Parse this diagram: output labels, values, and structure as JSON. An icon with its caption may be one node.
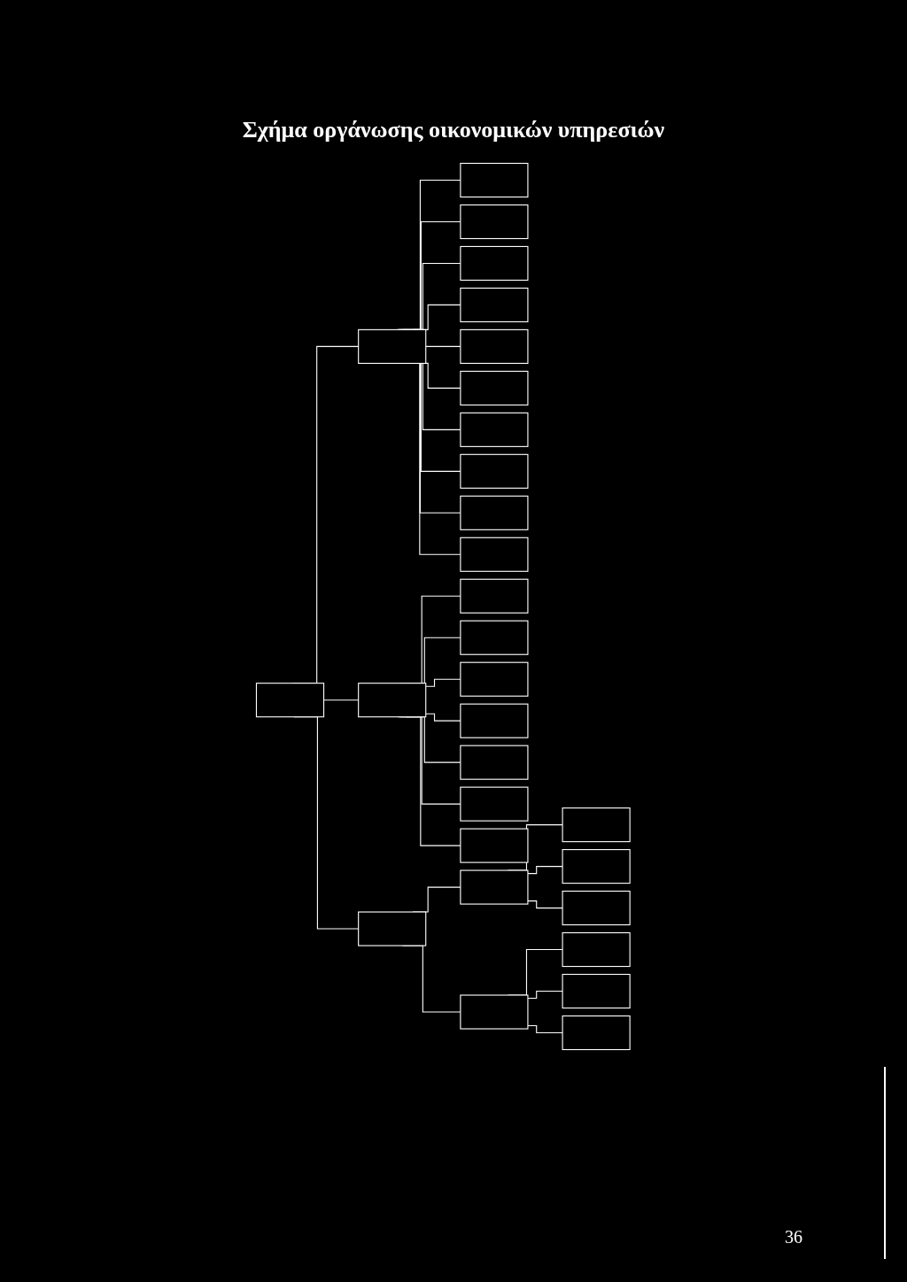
{
  "diagram": {
    "title": "Σχήμα οργάνωσης οικονομικών υπηρεσιών",
    "nodes": [
      {
        "text": [],
        "shape": "box"
      },
      {
        "text": [],
        "shape": "box"
      },
      {
        "text": [],
        "shape": "box"
      },
      {
        "text": [],
        "shape": "box"
      },
      {
        "text": [],
        "shape": "box"
      },
      {
        "text": [],
        "shape": "box"
      },
      {
        "text": [],
        "shape": "box"
      },
      {
        "text": [],
        "shape": "box"
      },
      {
        "text": [],
        "shape": "box"
      },
      {
        "text": [],
        "shape": "box"
      },
      {
        "text": [],
        "shape": "box"
      },
      {
        "text": [],
        "shape": "box"
      },
      {
        "text": [],
        "shape": "box"
      },
      {
        "text": [],
        "shape": "box"
      },
      {
        "text": [],
        "shape": "box"
      },
      {
        "text": [],
        "shape": "box"
      },
      {
        "text": [],
        "shape": "box"
      },
      {
        "text": [],
        "shape": "box"
      },
      {
        "text": [],
        "shape": "box"
      },
      {
        "text": [],
        "shape": "box"
      },
      {
        "text": [],
        "shape": "box"
      },
      {
        "text": [],
        "shape": "box"
      },
      {
        "text": [],
        "shape": "box"
      },
      {
        "text": [],
        "shape": "box"
      },
      {
        "text": [],
        "shape": "box"
      },
      {
        "text": [],
        "shape": "box"
      },
      {
        "text": [],
        "shape": "box"
      },
      {
        "text": [],
        "shape": "box"
      },
      {
        "text": [],
        "shape": "box"
      }
    ],
    "edges": [
      {
        "from": 0,
        "to": 1,
        "arrow": "none"
      },
      {
        "from": 0,
        "to": 2,
        "arrow": "none"
      },
      {
        "from": 0,
        "to": 3,
        "arrow": "none"
      },
      {
        "from": 1,
        "to": 4,
        "arrow": "none"
      },
      {
        "from": 1,
        "to": 5,
        "arrow": "none"
      },
      {
        "from": 1,
        "to": 6,
        "arrow": "none"
      },
      {
        "from": 1,
        "to": 7,
        "arrow": "none"
      },
      {
        "from": 1,
        "to": 8,
        "arrow": "none"
      },
      {
        "from": 1,
        "to": 9,
        "arrow": "none"
      },
      {
        "from": 1,
        "to": 10,
        "arrow": "none"
      },
      {
        "from": 1,
        "to": 11,
        "arrow": "none"
      },
      {
        "from": 1,
        "to": 12,
        "arrow": "none"
      },
      {
        "from": 1,
        "to": 13,
        "arrow": "none"
      },
      {
        "from": 2,
        "to": 14,
        "arrow": "none"
      },
      {
        "from": 2,
        "to": 15,
        "arrow": "none"
      },
      {
        "from": 2,
        "to": 16,
        "arrow": "none"
      },
      {
        "from": 2,
        "to": 17,
        "arrow": "none"
      },
      {
        "from": 2,
        "to": 18,
        "arrow": "none"
      },
      {
        "from": 2,
        "to": 19,
        "arrow": "none"
      },
      {
        "from": 2,
        "to": 20,
        "arrow": "none"
      },
      {
        "from": 3,
        "to": 21,
        "arrow": "none"
      },
      {
        "from": 3,
        "to": 22,
        "arrow": "none"
      },
      {
        "from": 21,
        "to": 23,
        "arrow": "none"
      },
      {
        "from": 21,
        "to": 24,
        "arrow": "none"
      },
      {
        "from": 21,
        "to": 25,
        "arrow": "none"
      },
      {
        "from": 22,
        "to": 26,
        "arrow": "none"
      },
      {
        "from": 22,
        "to": 27,
        "arrow": "none"
      },
      {
        "from": 22,
        "to": 28,
        "arrow": "none"
      }
    ],
    "labels": [
      "36"
    ]
  }
}
